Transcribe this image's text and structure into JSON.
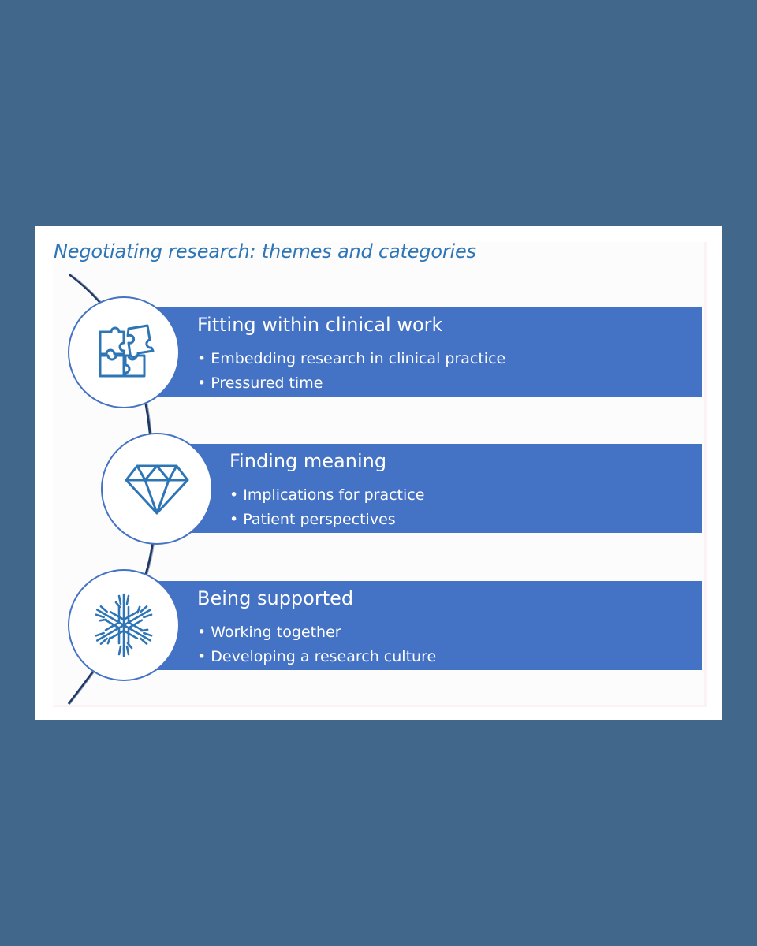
{
  "diagram": {
    "title": "Negotiating research: themes and categories",
    "themes": [
      {
        "heading": "Fitting within clinical work",
        "icon": "puzzle-icon",
        "bullets": [
          "Embedding research in clinical practice",
          "Pressured time"
        ]
      },
      {
        "heading": "Finding meaning",
        "icon": "diamond-icon",
        "bullets": [
          "Implications for practice",
          "Patient perspectives"
        ]
      },
      {
        "heading": "Being supported",
        "icon": "hands-icon",
        "bullets": [
          "Working together",
          "Developing a research culture"
        ]
      }
    ]
  },
  "colors": {
    "background": "#41678b",
    "band": "#4472c4",
    "title": "#2e75b6",
    "card": "#ffffff"
  }
}
